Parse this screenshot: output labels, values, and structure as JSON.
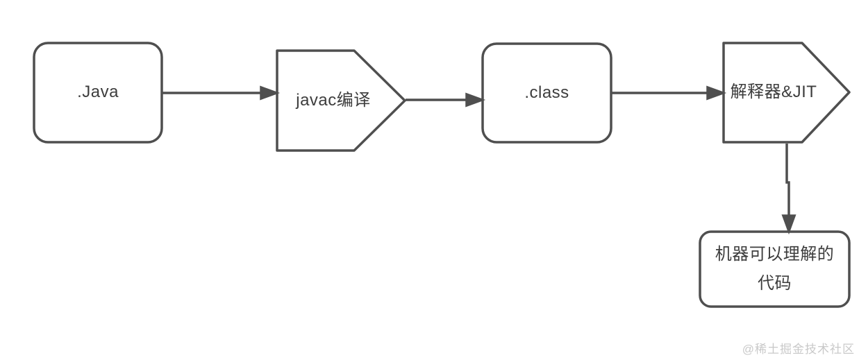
{
  "diagram": {
    "description": "Java compilation pipeline flowchart",
    "nodes": [
      {
        "id": "java-source",
        "shape": "rounded-rect",
        "label": ".Java"
      },
      {
        "id": "javac",
        "shape": "pentagon-right",
        "label": "javac编译"
      },
      {
        "id": "class-file",
        "shape": "rounded-rect",
        "label": ".class"
      },
      {
        "id": "interpreter",
        "shape": "pentagon-right",
        "label": "解释器&JIT"
      },
      {
        "id": "machine-code",
        "shape": "rounded-rect",
        "label": "机器可以理解的代码",
        "label_lines": {
          "0": "机器可以理解的",
          "1": "代码"
        }
      }
    ],
    "edges": [
      {
        "from": "java-source",
        "to": "javac"
      },
      {
        "from": "javac",
        "to": "class-file"
      },
      {
        "from": "class-file",
        "to": "interpreter"
      },
      {
        "from": "interpreter",
        "to": "machine-code"
      }
    ]
  },
  "watermark": {
    "text": "@稀土掘金技术社区"
  },
  "colors": {
    "stroke": "#4f4f4f",
    "text": "#3d3d3d",
    "watermark": "#c9c9c9",
    "background": "#ffffff"
  }
}
